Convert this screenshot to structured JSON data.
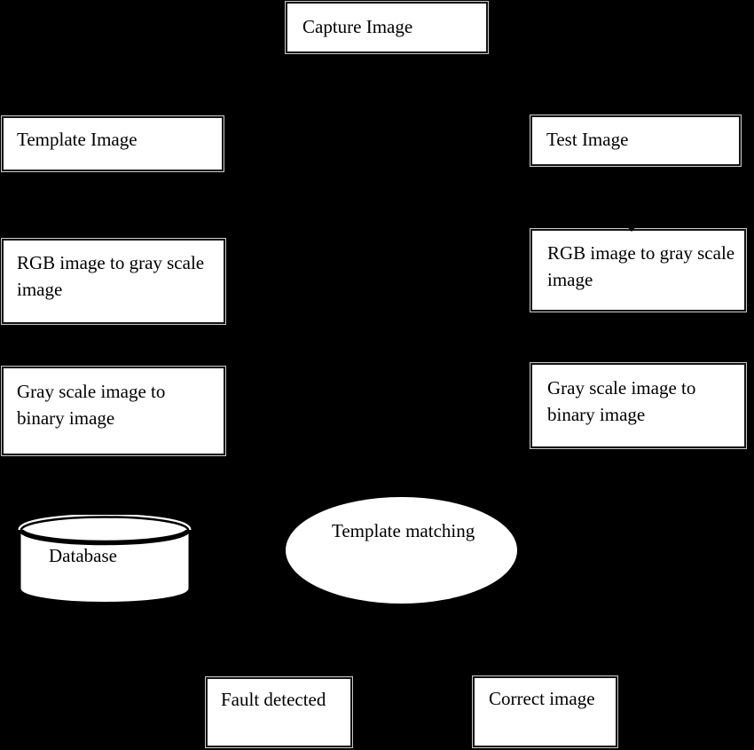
{
  "diagram": {
    "type": "flowchart",
    "colors": {
      "background": "#000000",
      "node_fill": "#ffffff",
      "node_border": "#141414",
      "text": "#000000"
    },
    "nodes": {
      "capture_image": {
        "label": "Capture Image"
      },
      "template_image": {
        "label": "Template Image"
      },
      "test_image": {
        "label": "Test Image"
      },
      "rgb_to_gray_left": {
        "line1": "RGB image to gray scale",
        "line2": "image"
      },
      "rgb_to_gray_right": {
        "line1": "RGB image to gray scale",
        "line2": "image"
      },
      "gray_to_binary_left": {
        "line1": "Gray scale image to",
        "line2": "binary image"
      },
      "gray_to_binary_right": {
        "line1": "Gray scale image to",
        "line2": "binary image"
      },
      "database": {
        "label": "Database"
      },
      "template_matching": {
        "line1": "Template",
        "line2": "matching"
      },
      "fault_detected": {
        "label": "Fault detected"
      },
      "correct_image": {
        "label": "Correct image"
      }
    }
  }
}
